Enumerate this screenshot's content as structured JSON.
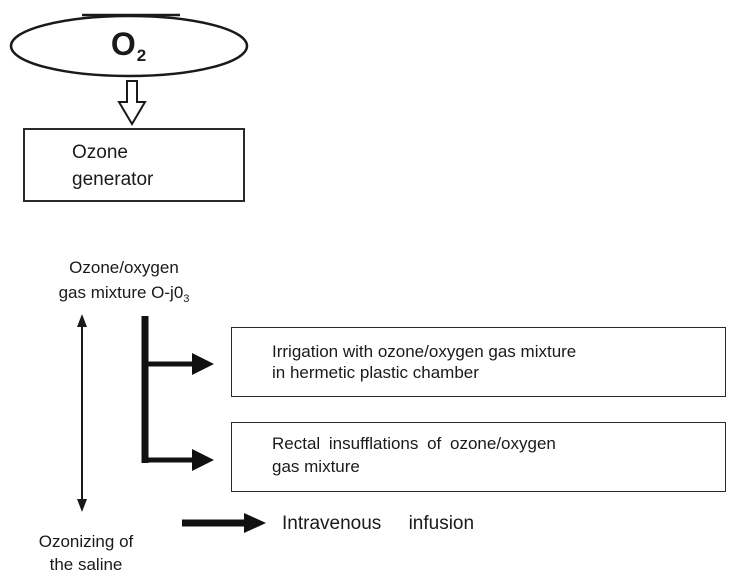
{
  "nodes": {
    "oxygen": {
      "symbol": "O",
      "subscript": "2"
    },
    "generator": {
      "line1": "Ozone",
      "line2": "generator"
    },
    "mixture": {
      "line1": "Ozone/oxygen",
      "line2": "gas mixture O-j0",
      "line2_sub": "3"
    },
    "irrigation": {
      "line1": "Irrigation with ozone/oxygen gas mixture",
      "line2": "in hermetic plastic chamber"
    },
    "rectal": {
      "line1": "Rectal insufflations of ozone/oxygen",
      "line2": "gas mixture"
    },
    "intravenous": {
      "text": "Intravenous infusion"
    },
    "saline": {
      "line1": "Ozonizing of",
      "line2": "the saline"
    }
  },
  "colors": {
    "stroke": "#1a1a1a",
    "background": "#ffffff"
  }
}
